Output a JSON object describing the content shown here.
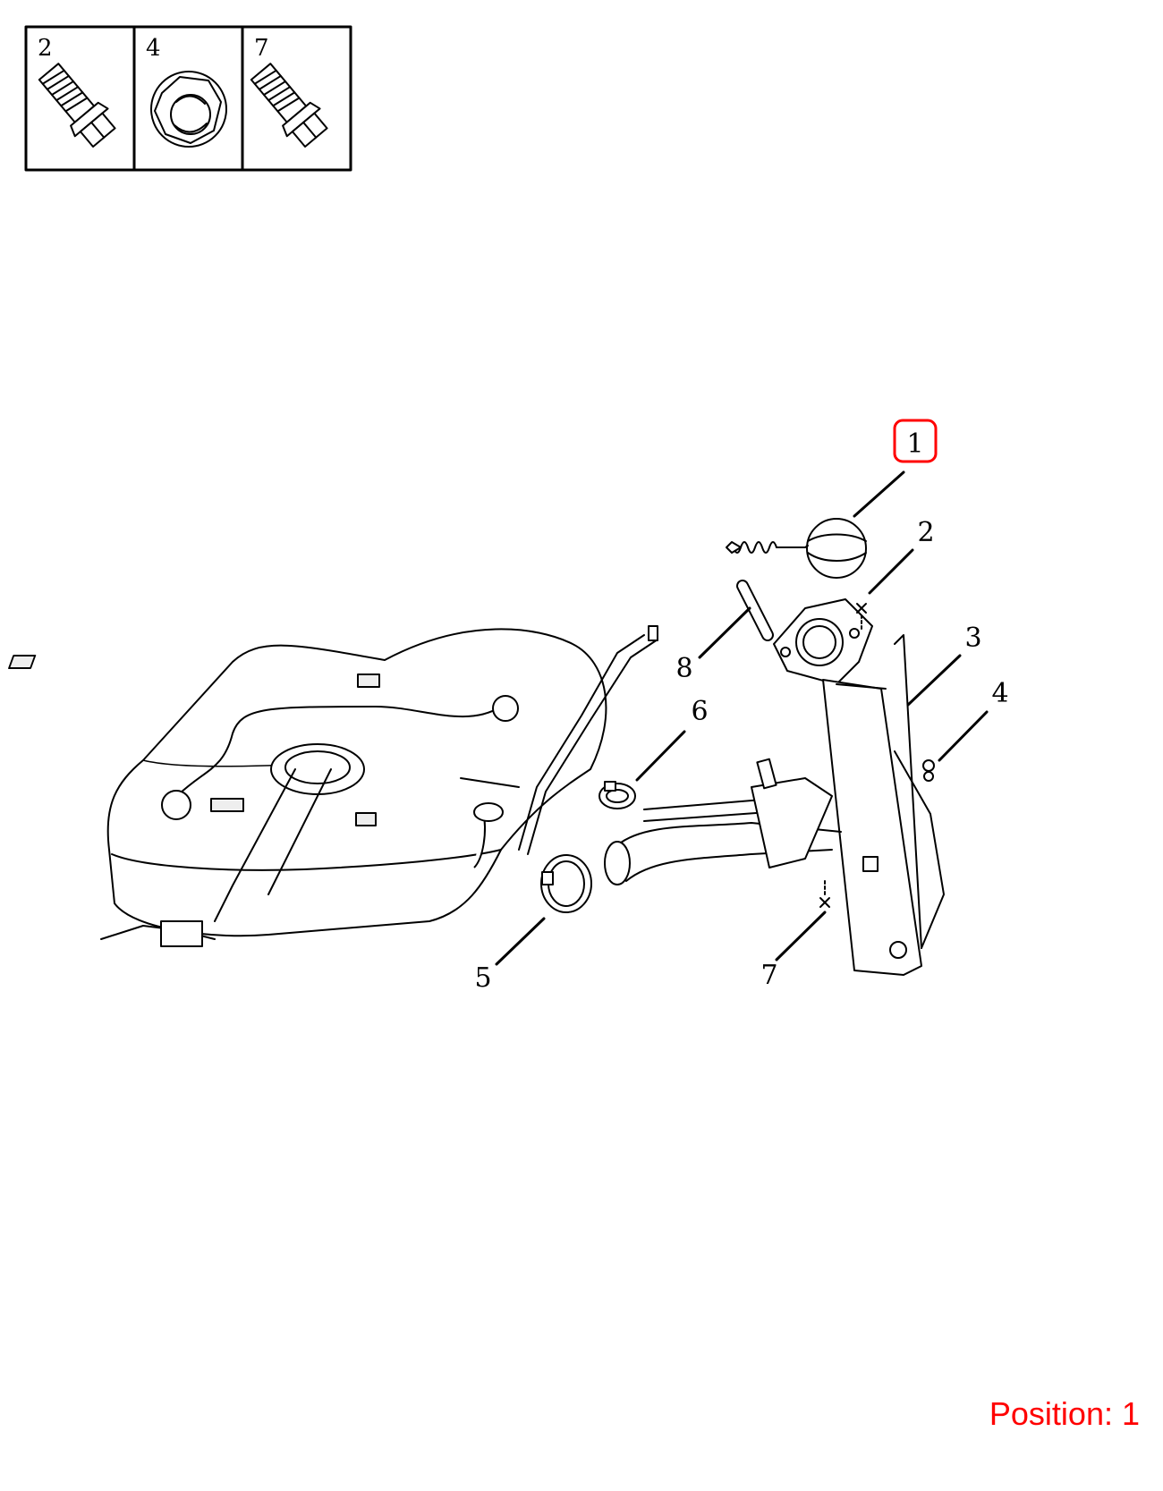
{
  "hardware_key": [
    {
      "label": "2",
      "icon": "flange-bolt-icon"
    },
    {
      "label": "4",
      "icon": "flange-nut-icon"
    },
    {
      "label": "7",
      "icon": "flange-bolt-icon"
    }
  ],
  "callouts": [
    {
      "label": "1",
      "highlighted": true
    },
    {
      "label": "2"
    },
    {
      "label": "3"
    },
    {
      "label": "4"
    },
    {
      "label": "5"
    },
    {
      "label": "6"
    },
    {
      "label": "7"
    },
    {
      "label": "8"
    }
  ],
  "highlight_color": "#ff0000",
  "position_text": "Position: 1"
}
